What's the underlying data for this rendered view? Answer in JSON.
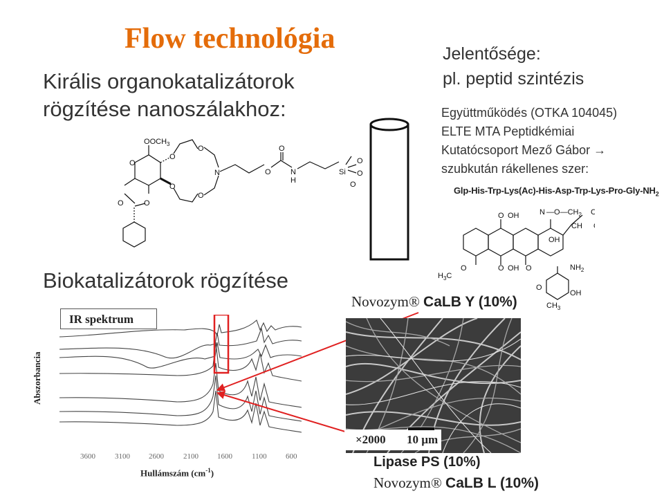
{
  "title": "Flow technológia",
  "subtitle": {
    "line1": "Királis organokatalizátorok",
    "line2": "rögzítése nanoszálakhoz:"
  },
  "significance": {
    "line1": "Jelentősége:",
    "line2": "pl. peptid szintézis"
  },
  "cooperation": {
    "line1": "Együttműködés (OTKA 104045)",
    "line2": "ELTE MTA Peptidkémiai",
    "line3": "Kutatócsoport Mező Gábor",
    "arrow": "→",
    "line4": "szubkután rákellenes szer:"
  },
  "peptide_sequence": "Glp-His-Trp-Lys(Ac)-His-Asp-Trp-Lys-Pro-Gly-NH",
  "peptide_subscript": "2",
  "chem_left": {
    "och3": "OCH",
    "och3_sub": "3",
    "o": "O",
    "n": "N",
    "h": "H",
    "si": "Si"
  },
  "chem_right": {
    "n": "N",
    "o": "O",
    "ch2": "CH",
    "ch2_sub": "2",
    "c": "C",
    "ch3": "CH",
    "ch3_sub": "3",
    "oh": "OH",
    "h3c": "H",
    "h3c_sub": "3",
    "h3c_c": "C",
    "nh2": "NH",
    "nh2_sub": "2"
  },
  "biocat_heading": "Biokatalizátorok rögzítése",
  "ir": {
    "box_label": "IR spektrum",
    "ylabel": "Abszorbancia",
    "xlabel": "Hullámszám (cm",
    "xlabel_sup": "-1",
    "xlabel_end": ")",
    "ticks": [
      "3600",
      "3100",
      "2600",
      "2100",
      "1600",
      "1100",
      "600"
    ]
  },
  "sem": {
    "top_label": "Novozym® ",
    "top_label_bold": "CaLB Y (10%)",
    "magnification": "×2000",
    "scale": "10 µm",
    "bottom1": "Lipase PS (10%)",
    "bottom2": "Novozym® ",
    "bottom2_bold": "CaLB L (10%)"
  },
  "colors": {
    "title": "#e46c0a",
    "highlight": "#e02020",
    "arrow": "#e02020"
  }
}
